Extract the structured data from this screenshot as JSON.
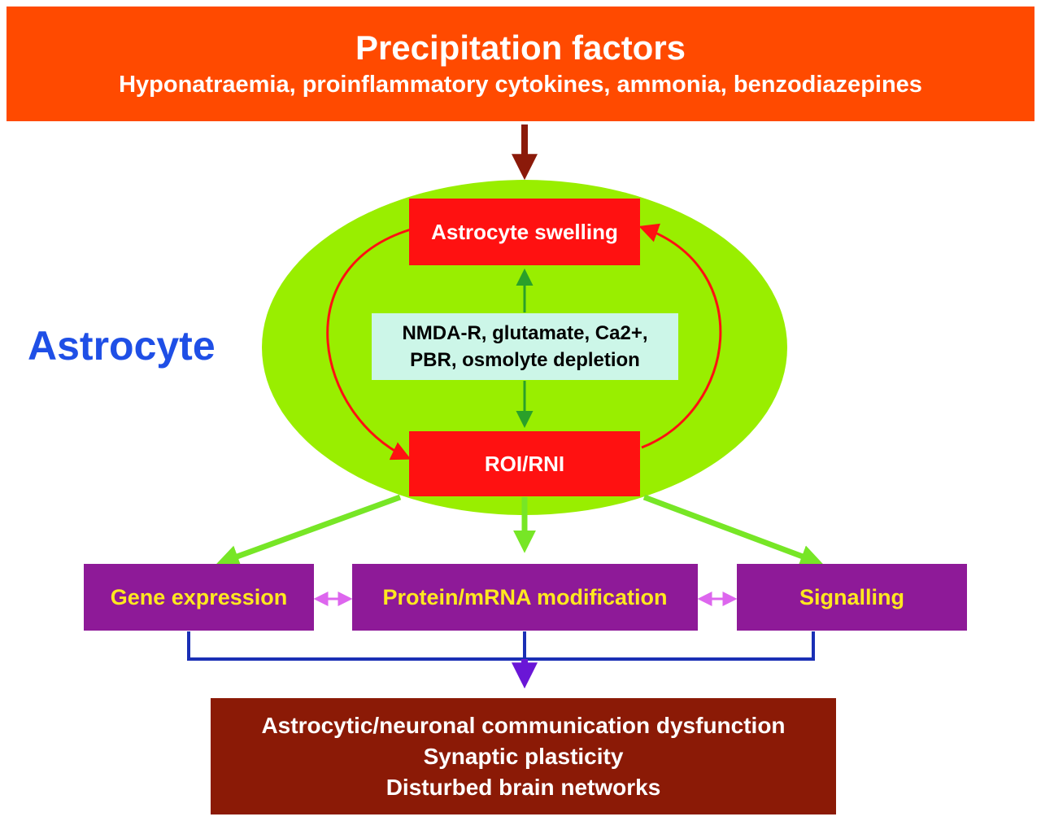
{
  "precipitation": {
    "title": "Precipitation factors",
    "subtitle": "Hyponatraemia, proinflammatory cytokines, ammonia, benzodiazepines"
  },
  "cell_label": "Astrocyte",
  "nodes": {
    "swelling": "Astrocyte swelling",
    "mediators_line1": "NMDA-R, glutamate, Ca2+,",
    "mediators_line2": "PBR, osmolyte depletion",
    "roi": "ROI/RNI",
    "gene": "Gene expression",
    "protein": "Protein/mRNA modification",
    "signal": "Signalling"
  },
  "outcome": {
    "line1": "Astrocytic/neuronal communication dysfunction",
    "line2": "Synaptic plasticity",
    "line3": "Disturbed brain networks"
  },
  "colors": {
    "precipitation_bg": "#ff4a00",
    "cell_fill": "#99ee00",
    "node_red": "#ff1111",
    "mediator_bg": "#ccf6e8",
    "effect_purple": "#8e1a98",
    "effect_text": "#ffe81f",
    "outcome_bg": "#8b1a06",
    "label_blue": "#1f4fe6",
    "connector_blue": "#1a2fb5"
  }
}
